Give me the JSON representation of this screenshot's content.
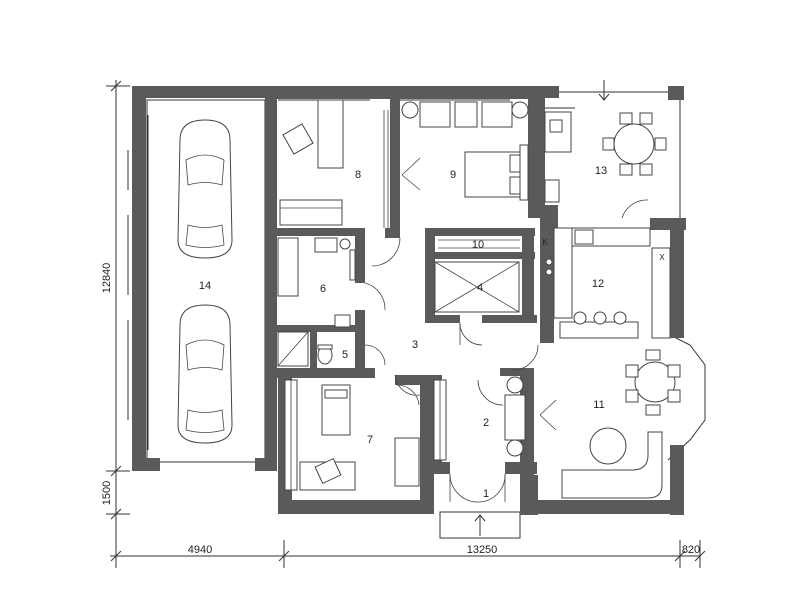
{
  "rooms": [
    {
      "id": "1",
      "label": "1"
    },
    {
      "id": "2",
      "label": "2"
    },
    {
      "id": "3",
      "label": "3"
    },
    {
      "id": "4",
      "label": "4"
    },
    {
      "id": "5",
      "label": "5"
    },
    {
      "id": "6",
      "label": "6"
    },
    {
      "id": "7",
      "label": "7"
    },
    {
      "id": "8",
      "label": "8"
    },
    {
      "id": "9",
      "label": "9"
    },
    {
      "id": "10",
      "label": "10"
    },
    {
      "id": "11",
      "label": "11"
    },
    {
      "id": "12",
      "label": "12"
    },
    {
      "id": "13",
      "label": "13"
    },
    {
      "id": "14",
      "label": "14"
    }
  ],
  "appliance_labels": {
    "k_left": "K",
    "x_right": "X"
  },
  "dimensions": {
    "bottom": [
      "4940",
      "13250",
      "820"
    ],
    "left": [
      "12840",
      "1500"
    ]
  }
}
